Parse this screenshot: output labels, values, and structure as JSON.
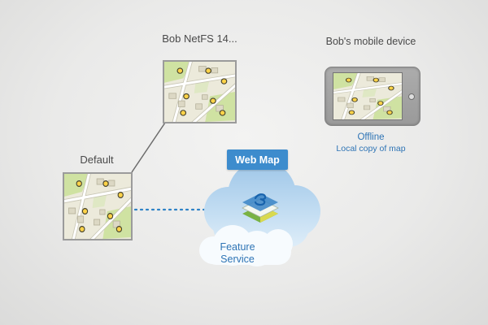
{
  "diagram": {
    "netfs": {
      "label": "Bob NetFS 14..."
    },
    "device": {
      "label": "Bob's mobile device",
      "offline": "Offline",
      "copy": "Local copy of map"
    },
    "default_map": {
      "label": "Default"
    },
    "cloud": {
      "web_map": "Web Map",
      "feature_service": "Feature Service"
    }
  },
  "colors": {
    "accent_blue": "#2e74b5",
    "banner_blue": "#3d8ccd",
    "label_gray": "#4a4a4a",
    "cloud_blue": "#9ec6e8",
    "point_yellow": "#ffd348"
  }
}
